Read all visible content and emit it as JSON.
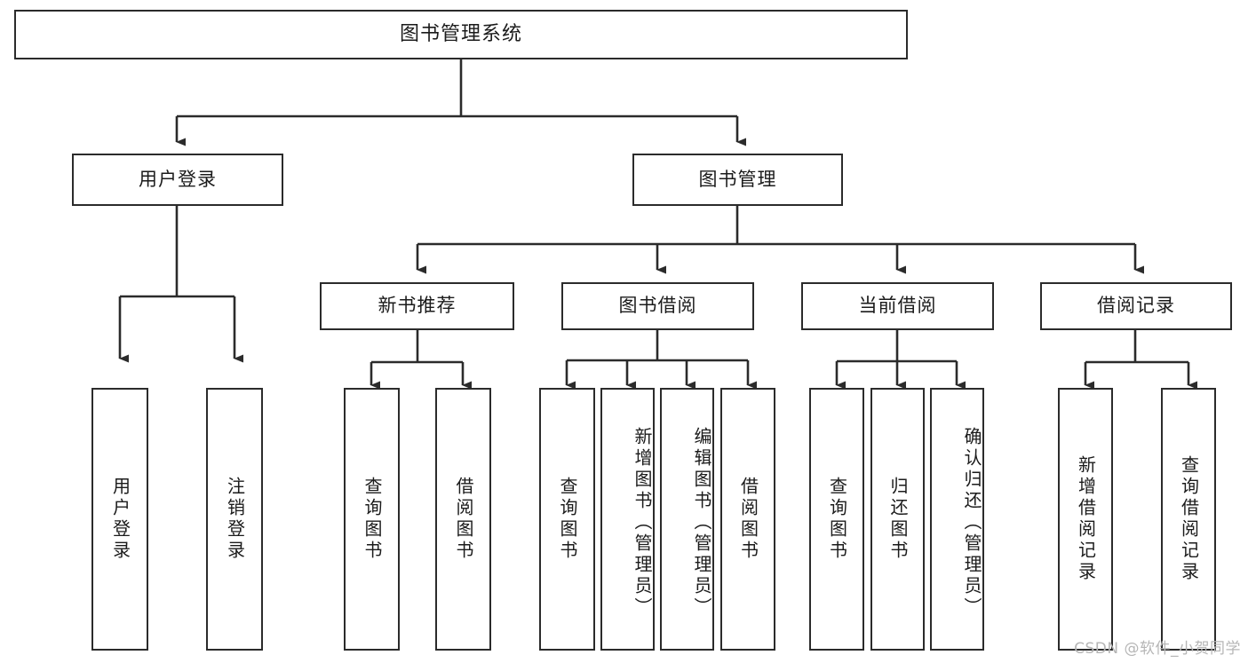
{
  "diagram": {
    "type": "tree-hierarchy",
    "title": "图书管理系统",
    "watermark": "CSDN @软件_小贺同学",
    "colors": {
      "stroke": "#2b2b2b",
      "fill": "#ffffff",
      "text": "#1b1b1b",
      "watermark": "#b6b6b6"
    },
    "nodes": {
      "root": {
        "label": "图书管理系统",
        "level": 0,
        "orientation": "horizontal"
      },
      "l1": [
        {
          "id": "user-login",
          "label": "用户登录",
          "level": 1,
          "orientation": "horizontal"
        },
        {
          "id": "book-manage",
          "label": "图书管理",
          "level": 1,
          "orientation": "horizontal"
        }
      ],
      "l2": [
        {
          "id": "new-book-recommend",
          "label": "新书推荐",
          "level": 2,
          "orientation": "horizontal",
          "parent": "book-manage"
        },
        {
          "id": "book-borrow",
          "label": "图书借阅",
          "level": 2,
          "orientation": "horizontal",
          "parent": "book-manage"
        },
        {
          "id": "current-borrow",
          "label": "当前借阅",
          "level": 2,
          "orientation": "horizontal",
          "parent": "book-manage"
        },
        {
          "id": "borrow-record",
          "label": "借阅记录",
          "level": 2,
          "orientation": "horizontal",
          "parent": "book-manage"
        }
      ],
      "leaves": [
        {
          "id": "leaf-user-login",
          "label": "用户登录",
          "orientation": "vertical",
          "parent": "user-login"
        },
        {
          "id": "leaf-user-logout",
          "label": "注销登录",
          "orientation": "vertical",
          "parent": "user-login"
        },
        {
          "id": "leaf-query-book-1",
          "label": "查询图书",
          "orientation": "vertical",
          "parent": "new-book-recommend"
        },
        {
          "id": "leaf-borrow-book-1",
          "label": "借阅图书",
          "orientation": "vertical",
          "parent": "new-book-recommend"
        },
        {
          "id": "leaf-query-book-2",
          "label": "查询图书",
          "orientation": "vertical",
          "parent": "book-borrow"
        },
        {
          "id": "leaf-add-book",
          "label": "新增图书（管理员）",
          "orientation": "vertical",
          "parent": "book-borrow"
        },
        {
          "id": "leaf-edit-book",
          "label": "编辑图书（管理员）",
          "orientation": "vertical",
          "parent": "book-borrow"
        },
        {
          "id": "leaf-borrow-book-2",
          "label": "借阅图书",
          "orientation": "vertical",
          "parent": "book-borrow"
        },
        {
          "id": "leaf-query-book-3",
          "label": "查询图书",
          "orientation": "vertical",
          "parent": "current-borrow"
        },
        {
          "id": "leaf-return-book",
          "label": "归还图书",
          "orientation": "vertical",
          "parent": "current-borrow"
        },
        {
          "id": "leaf-confirm-return",
          "label": "确认归还（管理员）",
          "orientation": "vertical",
          "parent": "current-borrow"
        },
        {
          "id": "leaf-add-record",
          "label": "新增借阅记录",
          "orientation": "vertical",
          "parent": "borrow-record"
        },
        {
          "id": "leaf-query-record",
          "label": "查询借阅记录",
          "orientation": "vertical",
          "parent": "borrow-record"
        }
      ]
    }
  }
}
